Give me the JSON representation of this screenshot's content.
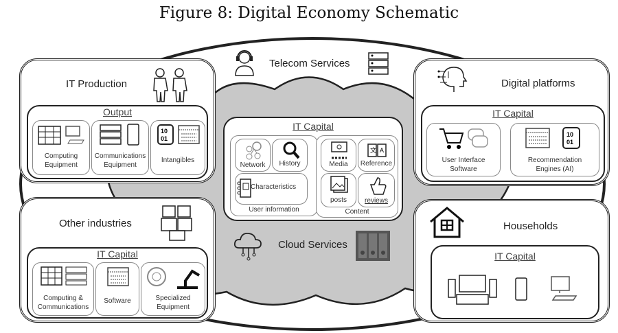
{
  "title": "Figure 8: Digital Economy Schematic",
  "telecom": {
    "label": "Telecom Services"
  },
  "cloud": {
    "label": "Cloud Services"
  },
  "it_production": {
    "heading": "IT Production",
    "inner_title": "Output",
    "items": [
      {
        "line1": "Computing",
        "line2": "Equipment"
      },
      {
        "line1": "Communications",
        "line2": "Equipment"
      },
      {
        "line1": "Intangibles",
        "line2": ""
      }
    ]
  },
  "other_industries": {
    "heading": "Other industries",
    "inner_title": "IT Capital",
    "items": [
      {
        "line1": "Computing &",
        "line2": "Communications"
      },
      {
        "line1": "Software",
        "line2": ""
      },
      {
        "line1": "Specialized",
        "line2": "Equipment"
      }
    ]
  },
  "digital_platforms": {
    "heading": "Digital platforms",
    "inner_title": "IT Capital",
    "items": [
      {
        "line1": "User Interface",
        "line2": "Software"
      },
      {
        "line1": "Recommendation",
        "line2": "Engines (AI)"
      }
    ]
  },
  "households": {
    "heading": "Households",
    "inner_title": "IT Capital"
  },
  "center": {
    "title": "IT Capital",
    "user_info": {
      "label": "User information",
      "network": "Network",
      "history": "History",
      "characteristics": "Characteristics"
    },
    "content": {
      "label": "Content",
      "media": "Media",
      "reference": "Reference",
      "posts": "posts",
      "reviews": "reviews"
    }
  }
}
